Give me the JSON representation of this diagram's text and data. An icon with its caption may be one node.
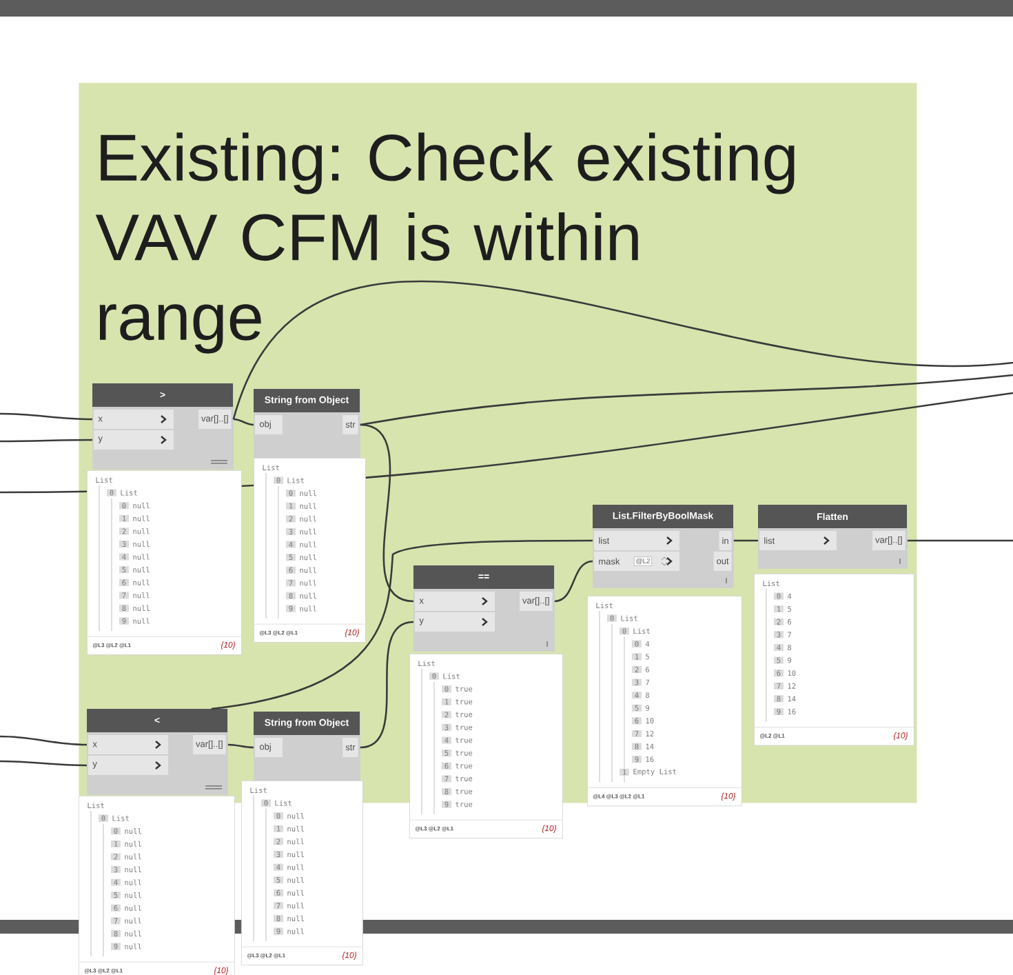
{
  "diagram": {
    "nodes": [
      {
        "text": [
          "Existing: Check existing VAV CFM is within range"
        ]
      },
      {
        "text": [
          ">",
          "x",
          "y",
          "var[]..[]"
        ],
        "in": 0
      },
      {
        "text": [
          "String from Object",
          "obj",
          "str"
        ],
        "in": 0
      },
      {
        "text": [
          "==",
          "x",
          "y",
          "var[]..[]"
        ],
        "in": 0
      },
      {
        "text": [
          "List.FilterByBoolMask",
          "list",
          "mask",
          "@L2",
          "in",
          "out"
        ],
        "in": 0
      },
      {
        "text": [
          "Flatten",
          "list",
          "var[]..[]"
        ],
        "in": 0
      },
      {
        "text": [
          "<",
          "x",
          "y",
          "var[]..[]"
        ],
        "in": 0
      },
      {
        "text": [
          "String from Object",
          "obj",
          "str"
        ],
        "in": 0
      },
      {
        "text": [
          "List",
          "0",
          "List",
          "0",
          "null",
          "1",
          "null",
          "2",
          "null",
          "3",
          "null",
          "4",
          "null",
          "5",
          "null",
          "6",
          "null",
          "7",
          "null",
          "8",
          "null",
          "9",
          "null",
          "@L3 @L2 @L1",
          "{10}"
        ],
        "in": 0
      },
      {
        "text": [
          "List",
          "0",
          "List",
          "0",
          "null",
          "1",
          "null",
          "2",
          "null",
          "3",
          "null",
          "4",
          "null",
          "5",
          "null",
          "6",
          "null",
          "7",
          "null",
          "8",
          "null",
          "9",
          "null",
          "@L3 @L2 @L1",
          "{10}"
        ],
        "in": 0
      },
      {
        "text": [
          "List",
          "0",
          "List",
          "0",
          "true",
          "1",
          "true",
          "2",
          "true",
          "3",
          "true",
          "4",
          "true",
          "5",
          "true",
          "6",
          "true",
          "7",
          "true",
          "8",
          "true",
          "9",
          "true",
          "@L3 @L2 @L1",
          "{10}"
        ]
      },
      {
        "text": [
          "List",
          "0",
          "List",
          "0",
          "List",
          "0",
          "4",
          "1",
          "5",
          "2",
          "6",
          "3",
          "7",
          "4",
          "8",
          "5",
          "9",
          "6",
          "10",
          "7",
          "12",
          "8",
          "14",
          "9",
          "16",
          "1",
          "Empty List",
          "@L4 @L3 @L2 @L1",
          "{10}"
        ],
        "in": 0
      },
      {
        "text": [
          "List",
          "0",
          "4",
          "1",
          "5",
          "2",
          "6",
          "3",
          "7",
          "4",
          "8",
          "5",
          "9",
          "6",
          "10",
          "7",
          "12",
          "8",
          "14",
          "9",
          "16",
          "@L2 @L1",
          "{10}"
        ],
        "in": 0
      },
      {
        "text": [
          "List",
          "0",
          "List",
          "0",
          "null",
          "1",
          "null",
          "2",
          "null",
          "3",
          "null",
          "4",
          "null",
          "5",
          "null",
          "6",
          "null",
          "7",
          "null",
          "8",
          "null",
          "9",
          "null",
          "@L3 @L2 @L1",
          "{10}"
        ]
      },
      {
        "text": [
          "List",
          "0",
          "List",
          "0",
          "null",
          "1",
          "null",
          "2",
          "null",
          "3",
          "null",
          "4",
          "null",
          "5",
          "null",
          "6",
          "null",
          "7",
          "null",
          "8",
          "null",
          "9",
          "null",
          "@L3 @L2 @L1",
          "{10}"
        ]
      }
    ],
    "edges": [
      {
        "from": null,
        "to": 1,
        "arrow": "none"
      },
      {
        "from": null,
        "to": 1,
        "arrow": "none"
      },
      {
        "from": 1,
        "to": 2,
        "arrow": "none"
      },
      {
        "from": 1,
        "to": null,
        "arrow": "none"
      },
      {
        "from": 2,
        "to": null,
        "arrow": "none"
      },
      {
        "from": 2,
        "to": 3,
        "arrow": "none"
      },
      {
        "from": 6,
        "to": 4,
        "arrow": "none"
      },
      {
        "from": 3,
        "to": 4,
        "arrow": "none"
      },
      {
        "from": 7,
        "to": 3,
        "arrow": "none"
      },
      {
        "from": 6,
        "to": 7,
        "arrow": "none"
      },
      {
        "from": null,
        "to": 6,
        "arrow": "none"
      },
      {
        "from": null,
        "to": 6,
        "arrow": "none"
      },
      {
        "from": 4,
        "to": 5,
        "arrow": "none"
      },
      {
        "from": 5,
        "to": null,
        "arrow": "none"
      }
    ]
  }
}
